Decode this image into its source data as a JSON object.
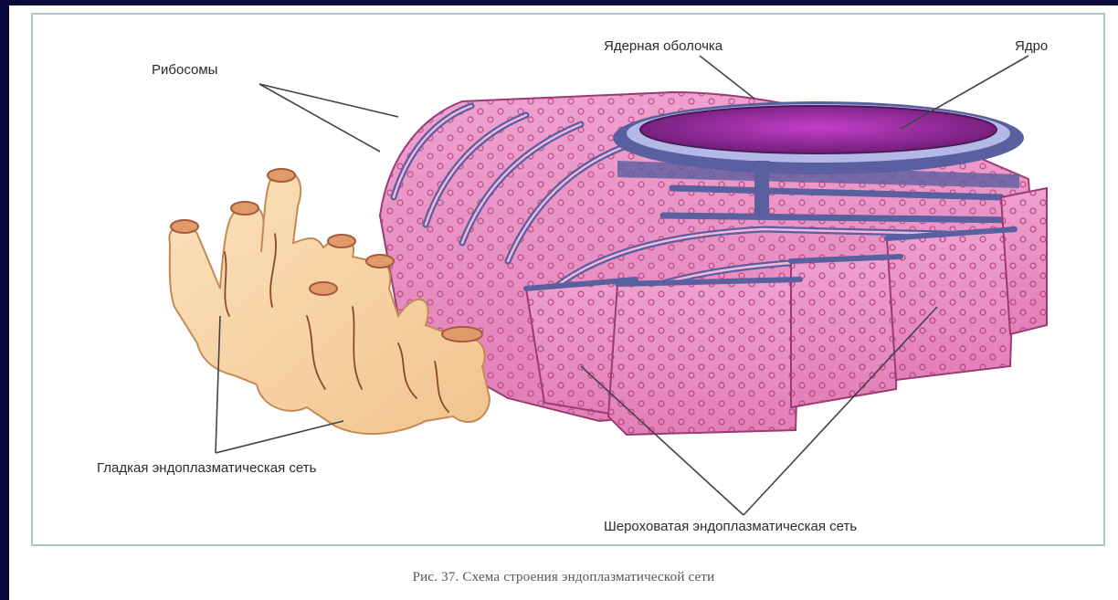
{
  "labels": {
    "ribosomes": "Рибосомы",
    "nuclear_envelope": "Ядерная оболочка",
    "nucleus": "Ядро",
    "smooth_er": "Гладкая эндоплазматическая сеть",
    "rough_er": "Шероховатая эндоплазматическая сеть"
  },
  "caption": "Рис. 37. Схема строения эндоплазматической сети",
  "colors": {
    "slide_background": "#0a0a3c",
    "frame_border": "#a9c6c6",
    "smooth_er": "#f6cf9e",
    "rough_er": "#e98fc0",
    "nucleus": "#8c2a8c",
    "membrane": "#5a5f9f"
  }
}
